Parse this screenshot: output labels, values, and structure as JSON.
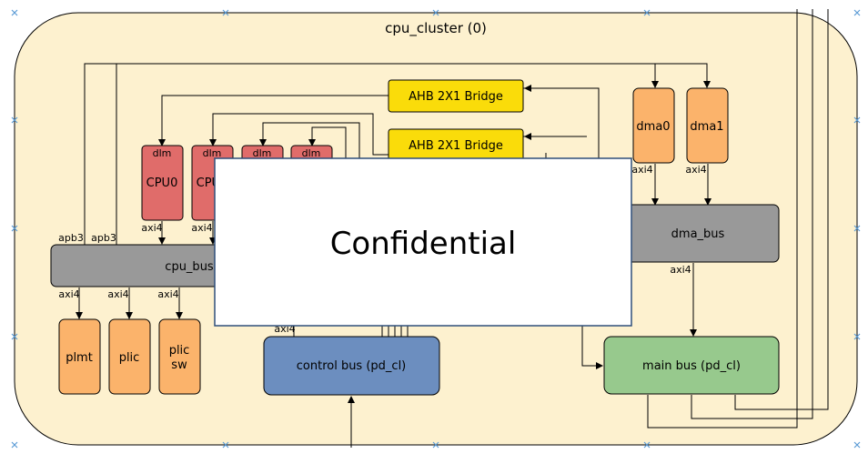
{
  "colors": {
    "cluster_fill": "#fdf1cf",
    "orange": "#fbb36b",
    "red": "#e06c6a",
    "yellow": "#fadc0a",
    "gray": "#999999",
    "blue": "#6c8ebf",
    "green": "#97c98d"
  },
  "cluster": {
    "title": "cpu_cluster (0)"
  },
  "bridges": [
    {
      "label": "AHB 2X1 Bridge"
    },
    {
      "label": "AHB 2X1 Bridge"
    }
  ],
  "cpus": [
    {
      "dlm": "dlm",
      "label": "CPU0",
      "port": "axi4"
    },
    {
      "dlm": "dlm",
      "label": "CPU1",
      "port": "axi4"
    },
    {
      "dlm": "dlm"
    },
    {
      "dlm": "dlm"
    }
  ],
  "dma": [
    {
      "label": "dma0",
      "port": "axi4"
    },
    {
      "label": "dma1",
      "port": "axi4"
    }
  ],
  "buses": {
    "cpu_bus": "cpu_bus",
    "dma_bus": "dma_bus",
    "dma_bus_out": "axi4",
    "control_bus": "control bus (pd_cl)",
    "control_bus_in": "axi4",
    "main_bus": "main bus (pd_cl)"
  },
  "apb_ports": [
    "apb3",
    "apb3"
  ],
  "peripherals": [
    {
      "label": "plmt",
      "port": "axi4"
    },
    {
      "label": "plic",
      "port": "axi4"
    },
    {
      "label": "plic",
      "label2": "sw",
      "port": "axi4"
    }
  ],
  "overlay": {
    "text": "Confidential"
  }
}
